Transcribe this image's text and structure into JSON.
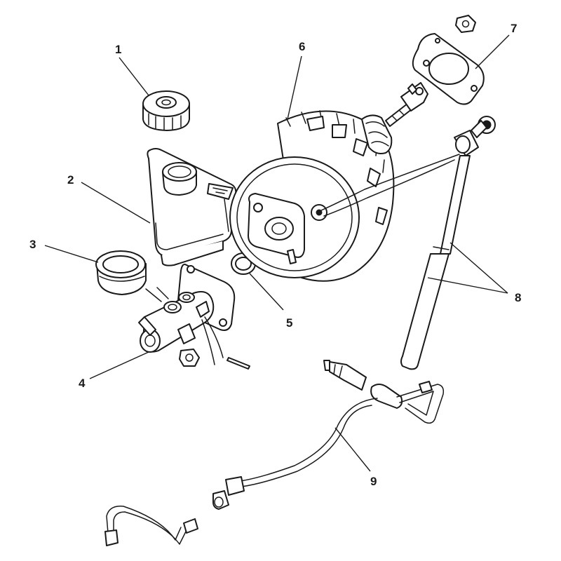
{
  "diagram": {
    "style": "exploded line drawing",
    "colors": {
      "line": "#1a1a1a",
      "background": "#ffffff"
    },
    "callouts": [
      {
        "id": "1",
        "label": "1"
      },
      {
        "id": "2",
        "label": "2"
      },
      {
        "id": "3",
        "label": "3"
      },
      {
        "id": "4",
        "label": "4"
      },
      {
        "id": "5",
        "label": "5"
      },
      {
        "id": "6",
        "label": "6"
      },
      {
        "id": "7",
        "label": "7"
      },
      {
        "id": "8",
        "label": "8"
      },
      {
        "id": "9",
        "label": "9"
      }
    ]
  }
}
